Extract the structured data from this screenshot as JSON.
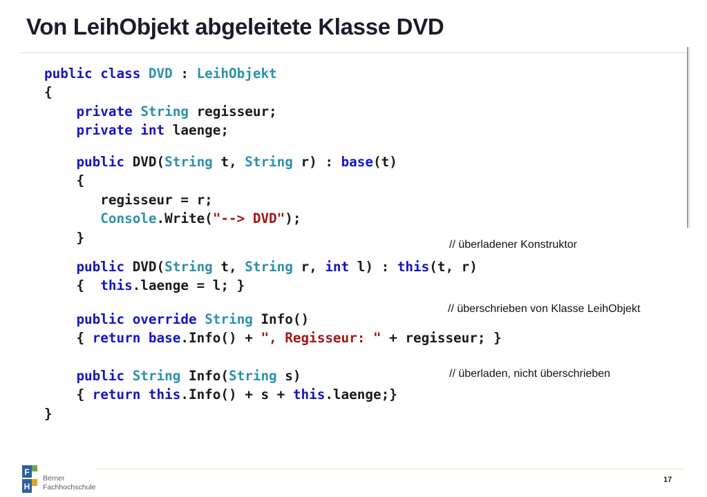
{
  "slide": {
    "title": "Von LeihObjekt abgeleitete Klasse DVD",
    "page_number": "17"
  },
  "code": {
    "l1_kw1": "public",
    "l1_kw2": "class",
    "l1_cls": "DVD",
    "l1_sep": " : ",
    "l1_base": "LeihObjekt",
    "l2": "{",
    "l3_kw": "private",
    "l3_type": "String",
    "l3_rest": " regisseur;",
    "l4_kw1": "private",
    "l4_kw2": "int",
    "l4_rest": " laenge;",
    "l5_kw": "public",
    "l5_a": " DVD(",
    "l5_t1": "String",
    "l5_b": " t, ",
    "l5_t2": "String",
    "l5_c": " r) : ",
    "l5_base": "base",
    "l5_d": "(t)",
    "l6": "{",
    "l7": "regisseur = r;",
    "l8_cls": "Console",
    "l8_a": ".Write(",
    "l8_str": "\"--> DVD\"",
    "l8_b": ");",
    "l9": "}",
    "l10_kw": "public",
    "l10_a": " DVD(",
    "l10_t1": "String",
    "l10_b": " t, ",
    "l10_t2": "String",
    "l10_c": " r, ",
    "l10_t3": "int",
    "l10_d": " l) : ",
    "l10_this": "this",
    "l10_e": "(t, r)",
    "l11_a": "{  ",
    "l11_this": "this",
    "l11_b": ".laenge = l; }",
    "l12_kw1": "public",
    "l12_kw2": "override",
    "l12_type": "String",
    "l12_rest": " Info()",
    "l13_a": "{ ",
    "l13_ret": "return",
    "l13_sp": " ",
    "l13_base": "base",
    "l13_b": ".Info() + ",
    "l13_str": "\", Regisseur: \"",
    "l13_c": " + regisseur; }",
    "l14_kw": "public",
    "l14_type": "String",
    "l14_a": " Info(",
    "l14_t2": "String",
    "l14_b": " s)",
    "l15_a": "{ ",
    "l15_ret": "return",
    "l15_sp": " ",
    "l15_this": "this",
    "l15_b": ".Info() + s + ",
    "l15_this2": "this",
    "l15_c": ".laenge;}",
    "l16": "}"
  },
  "comments": {
    "c1": "// überladener Konstruktor",
    "c2": "// überschrieben von Klasse LeihObjekt",
    "c3": "// überladen, nicht überschrieben"
  },
  "logo": {
    "letters": [
      "F",
      "H"
    ],
    "line1": "Berner",
    "line2": "Fachhochschule",
    "colors": {
      "blue": "#2f5f9e",
      "green": "#6aa84f",
      "gold": "#e0a526"
    }
  }
}
